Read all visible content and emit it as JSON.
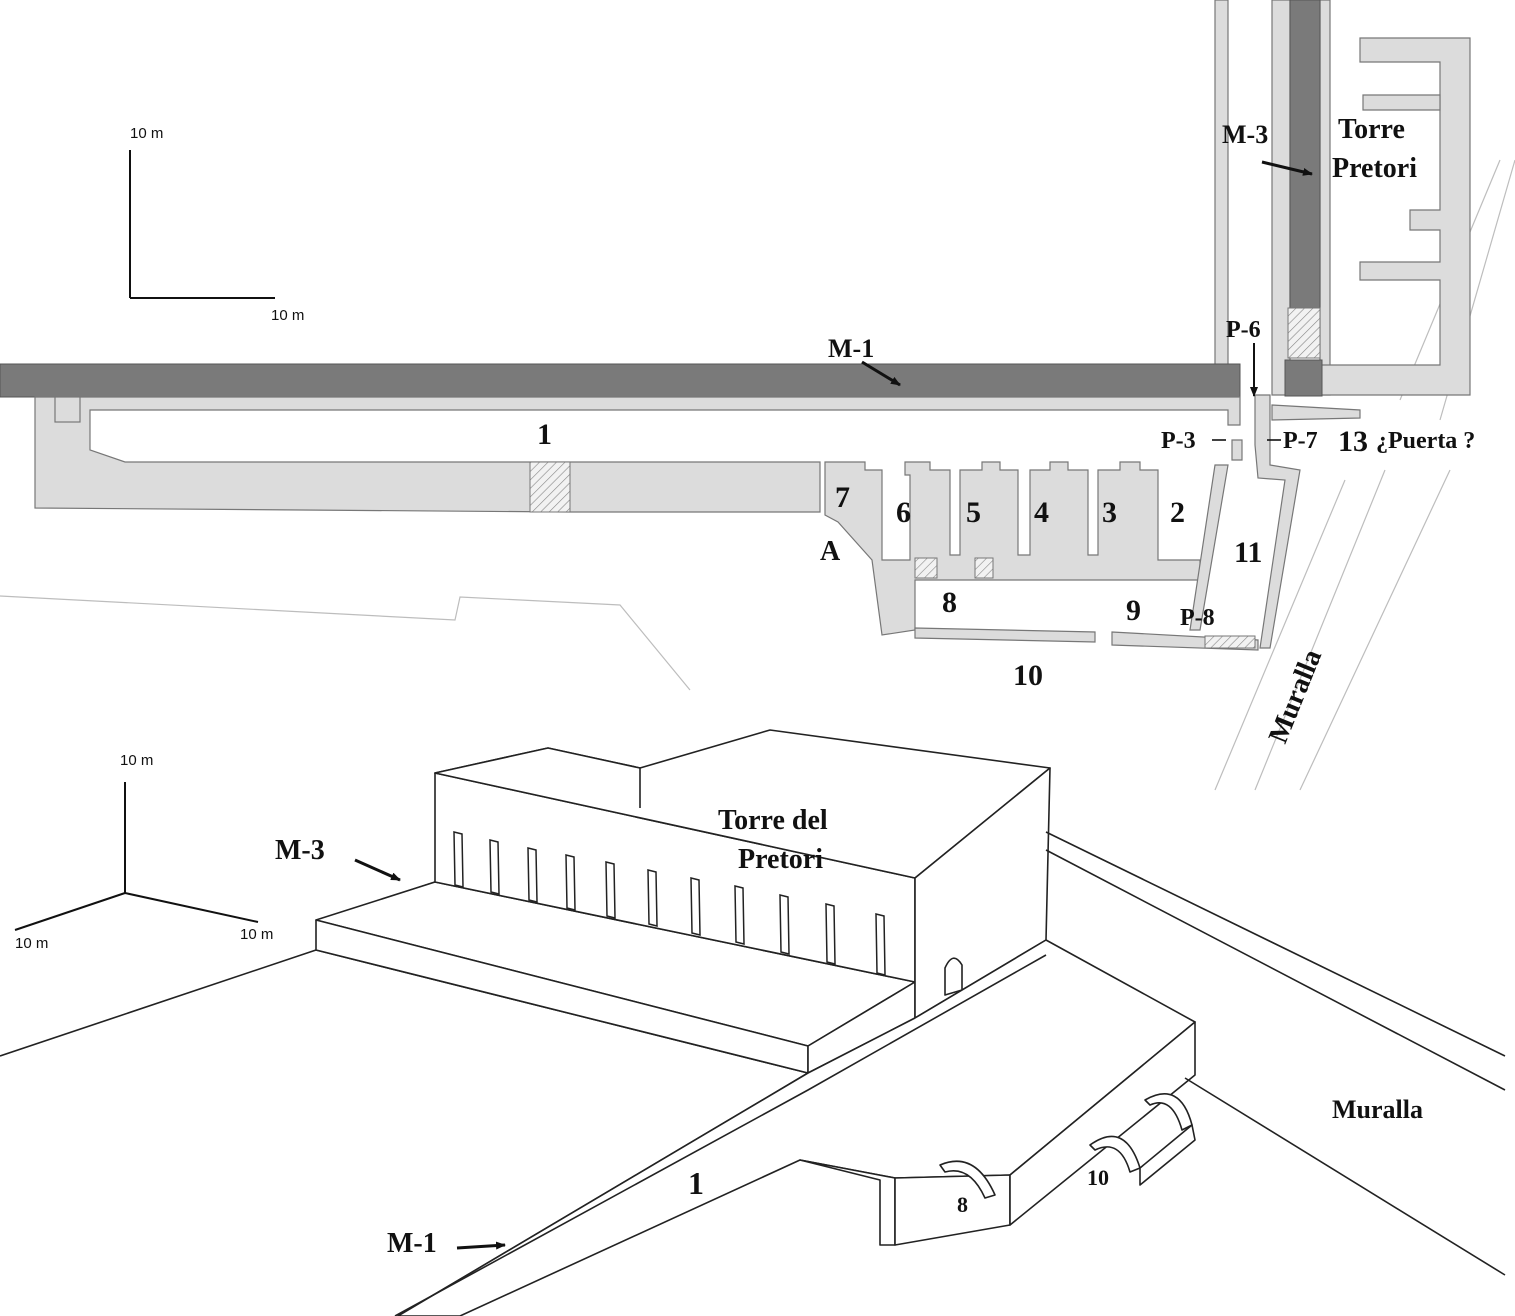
{
  "plan": {
    "scale": {
      "vertical": "10 m",
      "horizontal": "10 m"
    },
    "labels": {
      "m1": "M-1",
      "m3": "M-3",
      "torre_line1": "Torre",
      "torre_line2": "Pretori",
      "p6": "P-6",
      "p3": "P-3",
      "p7": "P-7",
      "p8": "P-8",
      "puerta": "¿Puerta ?",
      "a": "A",
      "muralla": "Muralla",
      "rooms": [
        "1",
        "2",
        "3",
        "4",
        "5",
        "6",
        "7",
        "8",
        "9",
        "10",
        "11",
        "13"
      ]
    }
  },
  "model3d": {
    "scale": {
      "up": "10 m",
      "left": "10 m",
      "right": "10 m"
    },
    "labels": {
      "m3": "M-3",
      "m1": "M-1",
      "torre_line1": "Torre del",
      "torre_line2": "Pretori",
      "muralla": "Muralla",
      "n1": "1",
      "n8": "8",
      "n10": "10"
    }
  }
}
